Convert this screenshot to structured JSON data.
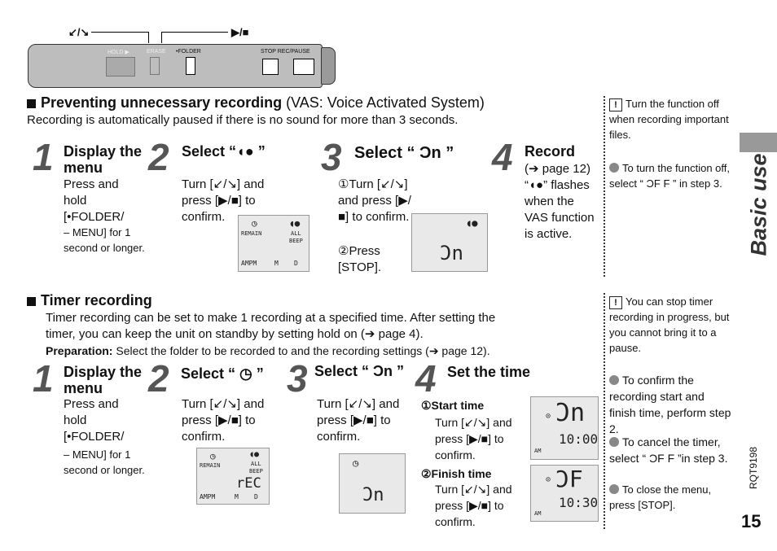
{
  "device": {
    "top_left_label": "↙/↘",
    "top_right_label": "▶/■",
    "hold": "HOLD ▶",
    "erase": "ERASE",
    "folder": "•FOLDER",
    "stop_rec": "STOP REC/PAUSE"
  },
  "section1": {
    "title_bold": "Preventing unnecessary recording",
    "title_rest": "(VAS: Voice Activated System)",
    "subtitle": "Recording is automatically paused if there is no sound for more than 3 seconds.",
    "steps": [
      {
        "num": "1",
        "head": "Display the menu",
        "body1": "Press and hold [•FOLDER/",
        "body2": "– MENU] for 1 second or longer."
      },
      {
        "num": "2",
        "head": "Select “◖● ”",
        "body": "Turn [↙/↘] and press [▶/■] to confirm."
      },
      {
        "num": "3",
        "head": "Select “ Ɔn ”",
        "body1": "①Turn [↙/↘] and press [▶/■] to confirm.",
        "body2": "②Press [STOP]."
      },
      {
        "num": "4",
        "head": "Record",
        "body": "(➔ page 12) “◖●” flashes when the VAS function is active."
      }
    ],
    "lcd2": {
      "remain": "REMAIN",
      "all": "ALL",
      "beep": "BEEP",
      "ampm": "AMPM",
      "m": "M",
      "d": "D"
    },
    "lcd3": {
      "value": "Ɔn"
    }
  },
  "side1": {
    "note1": "Turn the function off when recording important files.",
    "note2": "To turn the function off, select “ ƆF F ” in step 3."
  },
  "tab": {
    "label": "Basic use"
  },
  "section2": {
    "title": "Timer recording",
    "line1": "Timer recording can be set to make 1 recording at a specified time. After setting the",
    "line2": "timer, you can keep the unit on standby by setting hold on (➔ page 4).",
    "prep_label": "Preparation:",
    "prep_text": "Select the folder to be recorded to and the recording settings (➔ page 12).",
    "steps": [
      {
        "num": "1",
        "head": "Display the menu",
        "body1": "Press and hold [•FOLDER/",
        "body2": "– MENU] for 1 second or longer."
      },
      {
        "num": "2",
        "head": "Select “ ◷ ”",
        "body": "Turn [↙/↘] and press [▶/■] to confirm."
      },
      {
        "num": "3",
        "head": "Select “ Ɔn ”",
        "body": "Turn [↙/↘] and press [▶/■] to confirm."
      },
      {
        "num": "4",
        "head": "Set the time",
        "start_label": "①Start time",
        "start_body": "Turn [↙/↘] and press [▶/■] to confirm.",
        "finish_label": "②Finish time",
        "finish_body": "Turn [↙/↘] and press [▶/■] to confirm."
      }
    ],
    "lcd2": {
      "remain": "REMAIN",
      "all": "ALL",
      "beep": "BEEP",
      "rec": "rEC",
      "ampm": "AMPM",
      "m": "M",
      "d": "D"
    },
    "lcd3": {
      "value": "Ɔn"
    },
    "lcd4a": {
      "big": "Ɔn",
      "time": "10:00",
      "am": "AM"
    },
    "lcd4b": {
      "big": "ƆF",
      "time": "10:30",
      "am": "AM"
    }
  },
  "side2": {
    "note1": "You can stop timer recording in progress, but you cannot bring it to a pause.",
    "note2": "To confirm the recording start and finish time, perform step 2.",
    "note3": "To cancel the timer, select “ ƆF F ”in step 3.",
    "note4": "To close the menu, press [STOP]."
  },
  "footer": {
    "code": "RQT9198",
    "page": "15"
  }
}
